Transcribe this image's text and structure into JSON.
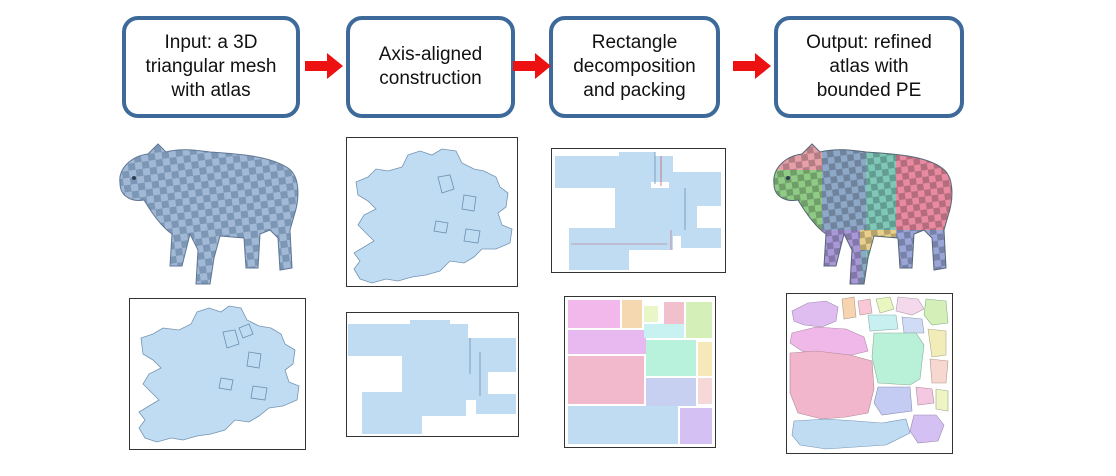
{
  "steps": [
    {
      "label": "Input: a 3D\ntriangular mesh\nwith atlas"
    },
    {
      "label": "Axis-aligned\nconstruction"
    },
    {
      "label": "Rectangle\ndecomposition\nand packing"
    },
    {
      "label": "Output: refined\natlas with\nbounded PE"
    }
  ],
  "colors": {
    "box_border": "#3d6a9a",
    "arrow": "#ee1111",
    "chart_fill": "#bfdcf3",
    "chart_stroke": "#6b8fb0",
    "mesh_base": "#8ea8c8",
    "mesh_dark": "#6e8aad"
  },
  "icons": [
    "cow-mesh-icon",
    "cow-mesh-colored-icon",
    "right-arrow-icon"
  ]
}
